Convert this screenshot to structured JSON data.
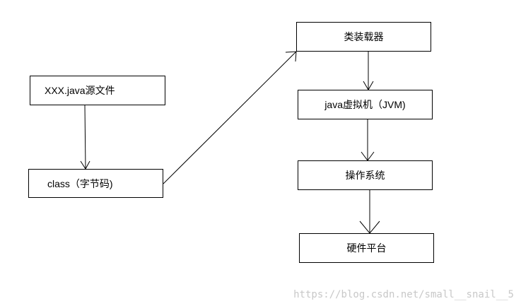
{
  "diagram": {
    "nodes": {
      "source": "XXX.java源文件",
      "class": "class（字节码)",
      "loader": "类装载器",
      "jvm": "java虚拟机（JVM)",
      "os": "操作系统",
      "hardware": "硬件平台"
    },
    "edges": [
      {
        "from": "source",
        "to": "class"
      },
      {
        "from": "class",
        "to": "loader"
      },
      {
        "from": "loader",
        "to": "jvm"
      },
      {
        "from": "jvm",
        "to": "os"
      },
      {
        "from": "os",
        "to": "hardware"
      }
    ],
    "colors": {
      "stroke": "#000000",
      "background": "#ffffff",
      "watermark": "#c8c8c8"
    }
  },
  "watermark": "https://blog.csdn.net/small__snail__5"
}
